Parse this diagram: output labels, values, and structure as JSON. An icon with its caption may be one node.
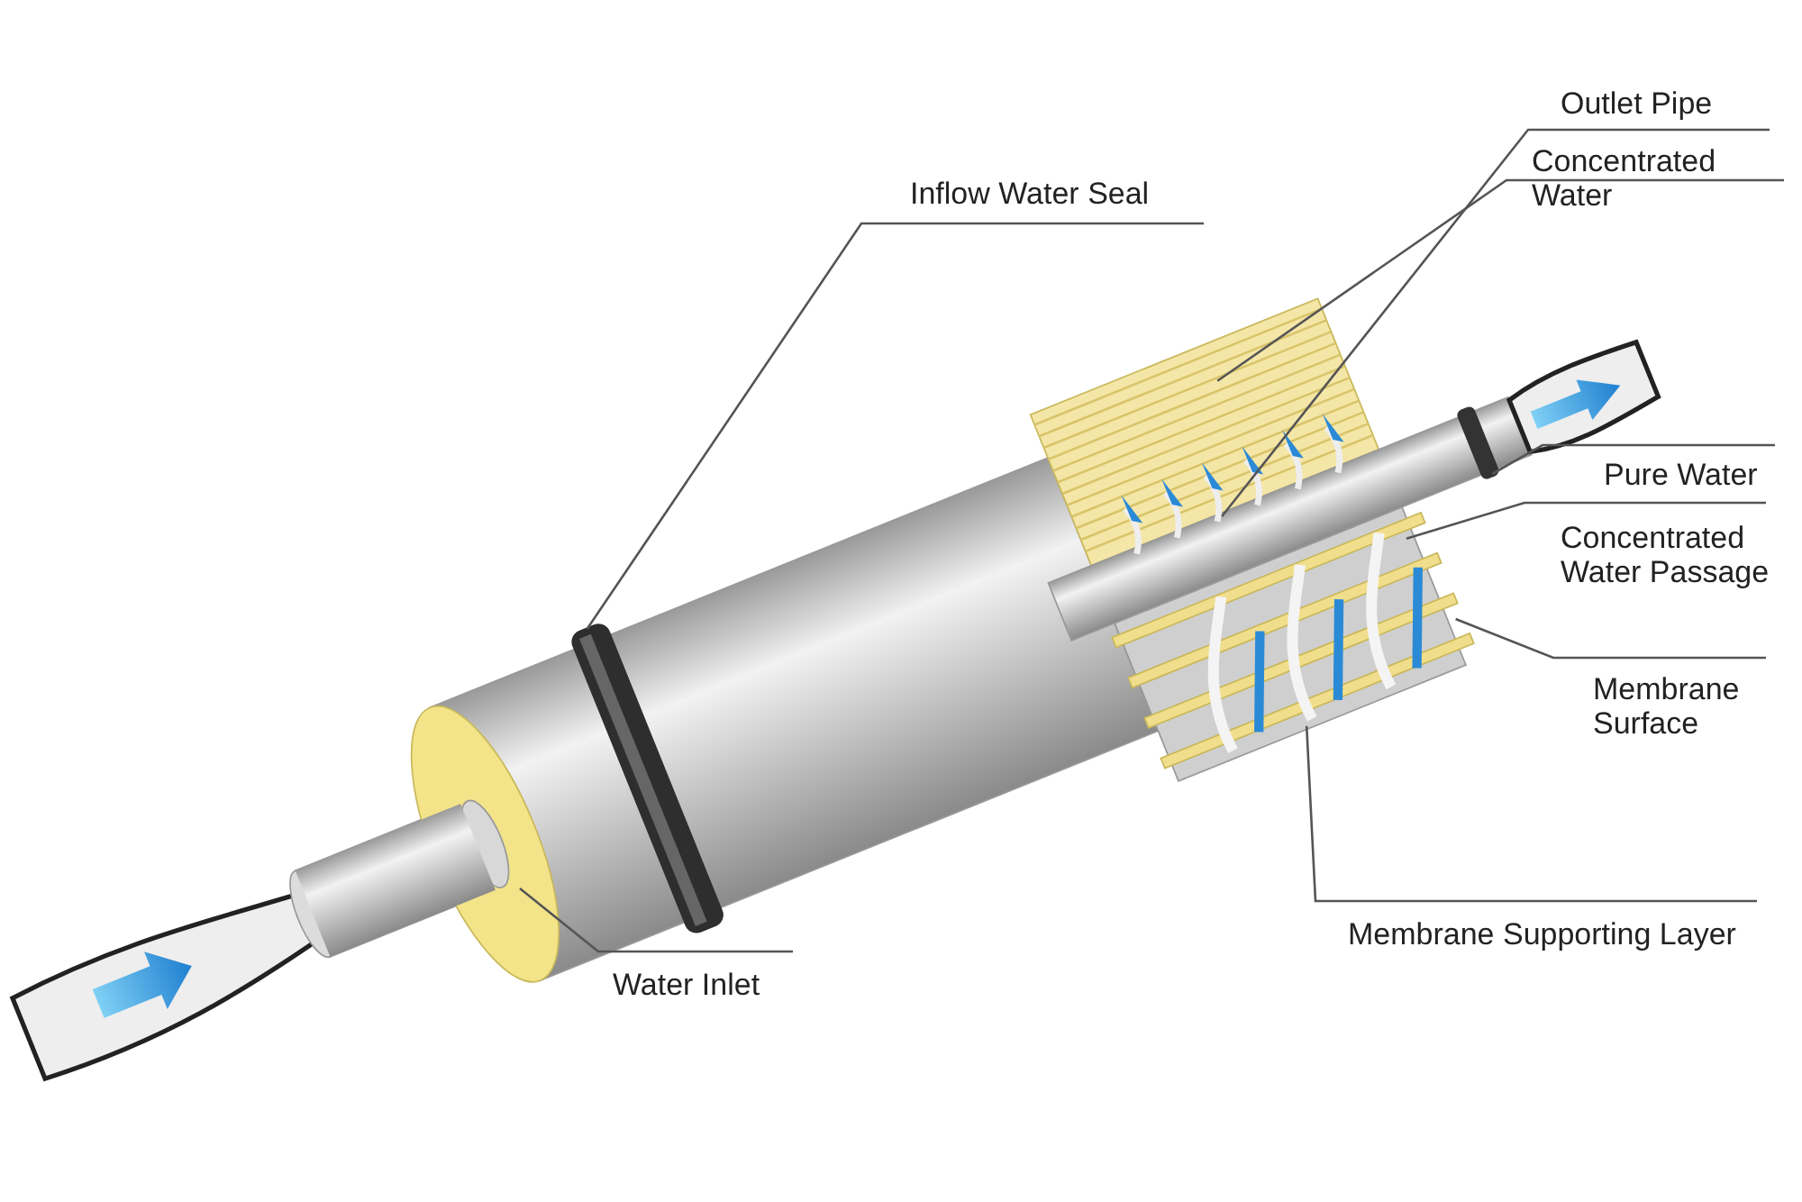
{
  "diagram": {
    "nodes": [
      {
        "text": [
          "Outlet Pipe"
        ]
      },
      {
        "text": [
          "Concentrated Water"
        ]
      },
      {
        "text": [
          "Inflow Water Seal"
        ]
      },
      {
        "text": [
          "Pure Water"
        ]
      },
      {
        "text": [
          "Concentrated Water Passage"
        ]
      },
      {
        "text": [
          "Membrane Surface"
        ]
      },
      {
        "text": [
          "Membrane Supporting Layer"
        ]
      },
      {
        "text": [
          "Water Inlet"
        ]
      }
    ],
    "edges": [
      {
        "from": 0,
        "to": null,
        "arrow": "none"
      },
      {
        "from": 1,
        "to": null,
        "arrow": "none"
      },
      {
        "from": 2,
        "to": null,
        "arrow": "none"
      },
      {
        "from": 3,
        "to": null,
        "arrow": "none"
      },
      {
        "from": 4,
        "to": null,
        "arrow": "none"
      },
      {
        "from": 5,
        "to": null,
        "arrow": "none"
      },
      {
        "from": 6,
        "to": null,
        "arrow": "none"
      },
      {
        "from": 7,
        "to": null,
        "arrow": "none"
      }
    ]
  }
}
